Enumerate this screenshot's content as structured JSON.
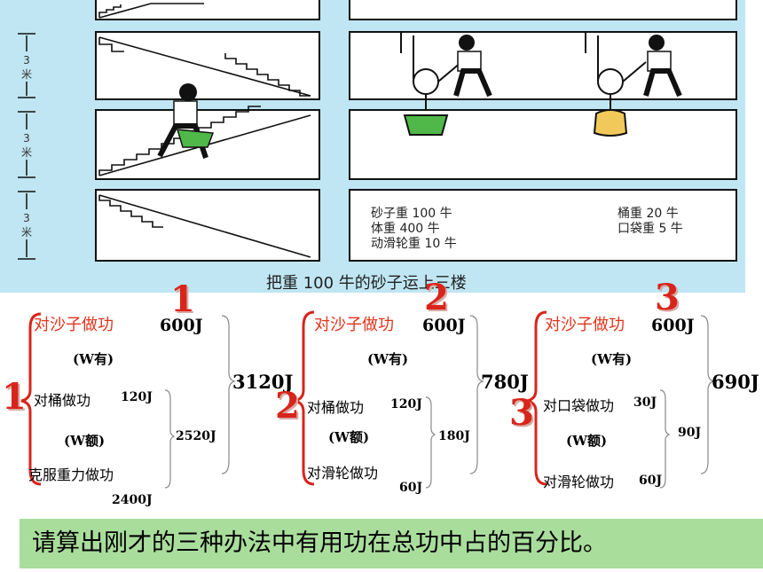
{
  "illustration": {
    "floor_labels": [
      {
        "top": "3",
        "bottom": "米"
      },
      {
        "top": "3",
        "bottom": "米"
      },
      {
        "top": "3",
        "bottom": "米"
      }
    ],
    "info_left": [
      "砂子重 100 牛",
      "体重 400 牛",
      "动滑轮重 10 牛"
    ],
    "info_right": [
      "桶重 20 牛",
      "口袋重 5 牛"
    ],
    "caption": "把重 100 牛的砂子运上三楼"
  },
  "methods": [
    {
      "top_number": "1",
      "side_number": "1",
      "useful_label": "对沙子做功",
      "useful_value": "600J",
      "useful_sym": "(W有)",
      "extra1_label": "对桶做功",
      "extra1_value": "120J",
      "extra_sym": "(W额)",
      "extra2_label": "克服重力做功",
      "extra2_value": "2400J",
      "extra_total": "2520J",
      "total": "3120J"
    },
    {
      "top_number": "2",
      "side_number": "2",
      "useful_label": "对沙子做功",
      "useful_value": "600J",
      "useful_sym": "(W有)",
      "extra1_label": "对桶做功",
      "extra1_value": "120J",
      "extra_sym": "(W额)",
      "extra2_label": "对滑轮做功",
      "extra2_value": "60J",
      "extra_total": "180J",
      "total": "780J"
    },
    {
      "top_number": "3",
      "side_number": "3",
      "useful_label": "对沙子做功",
      "useful_value": "600J",
      "useful_sym": "(W有)",
      "extra1_label": "对口袋做功",
      "extra1_value": "30J",
      "extra_sym": "(W额)",
      "extra2_label": "对滑轮做功",
      "extra2_value": "60J",
      "extra_total": "90J",
      "total": "690J"
    }
  ],
  "question": "请算出刚才的三种办法中有用功在总功中占的百分比。",
  "colors": {
    "accent_red": "#e0341a",
    "question_bg": "#a9dd9c",
    "illustration_bg": "#bfe6f2"
  }
}
